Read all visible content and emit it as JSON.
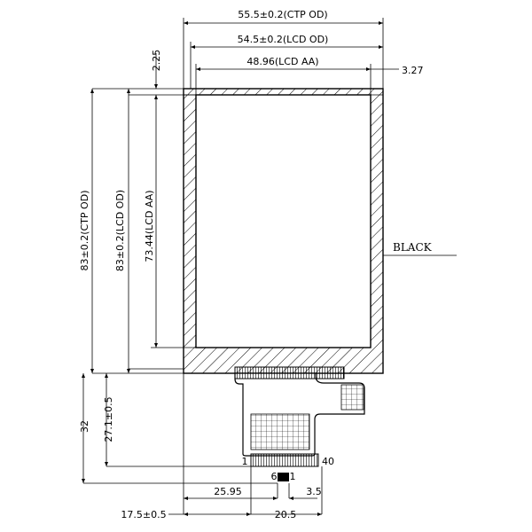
{
  "drawing": {
    "dimensions": {
      "ctp_width": "55.5±0.2(CTP OD)",
      "lcd_width": "54.5±0.2(LCD OD)",
      "aa_width": "48.96(LCD AA)",
      "side_offset": "3.27",
      "top_offset": "2.25",
      "ctp_height": "83±0.2(CTP OD)",
      "lcd_height": "83±0.2(LCD OD)",
      "aa_height": "73.44(LCD AA)",
      "fpc_total": "32",
      "fpc_length": "27.1±0.5",
      "fpc_left": "25.95",
      "pin_width": "3.5",
      "fpc_offset": "17.5±0.5",
      "fpc_width": "20.5"
    },
    "pins": {
      "first": "1",
      "last": "40",
      "conn_left": "6",
      "conn_right": "1"
    },
    "notes": {
      "bezel_color": "BLACK"
    }
  }
}
